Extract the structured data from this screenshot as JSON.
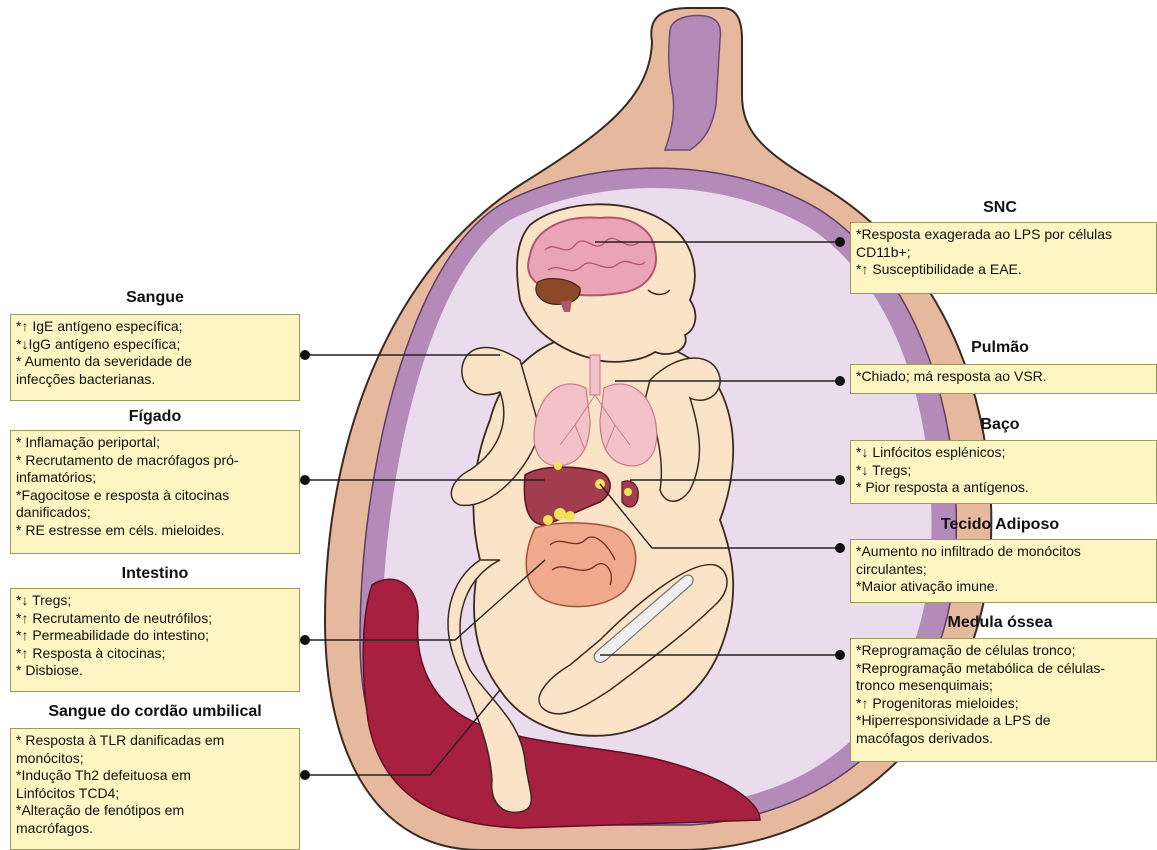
{
  "colors": {
    "box_fill": "#fdf6c3",
    "box_border": "#9a9a60",
    "uterus_wall": "#e6b99e",
    "cavity": "#eadcec",
    "membrane": "#b48ab9",
    "skin": "#fbe3c8",
    "placenta": "#a8203f",
    "brain": "#e9a4b5",
    "liver": "#a23c4f",
    "fat": "#f4e25a"
  },
  "panels": {
    "sangue": {
      "title": "Sangue",
      "lines": [
        "*↑ IgE antígeno específica;",
        "*↓IgG antígeno específica;",
        "* Aumento da severidade de",
        "infecções bacterianas."
      ]
    },
    "figado": {
      "title": "Fígado",
      "lines": [
        "* Inflamação periportal;",
        "* Recrutamento de macrófagos pró-",
        "infamatórios;",
        "*Fagocitose e resposta à citocinas",
        "danificados;",
        "* RE estresse em céls. mieloides."
      ]
    },
    "intestino": {
      "title": "Intestino",
      "lines": [
        "*↓ Tregs;",
        "*↑ Recrutamento de neutrófilos;",
        "*↑ Permeabilidade do intestino;",
        "*↑ Resposta à citocinas;",
        "* Disbiose."
      ]
    },
    "cordao": {
      "title": "Sangue do cordão umbilical",
      "lines": [
        "* Resposta à TLR danificadas em",
        "monócitos;",
        "*Indução Th2 defeituosa em",
        "Linfócitos TCD4;",
        "*Alteração de fenótipos em",
        "macrófagos."
      ]
    },
    "snc": {
      "title": "SNC",
      "lines": [
        "*Resposta exagerada ao LPS por células",
        "CD11b+;",
        "*↑ Susceptibilidade a EAE."
      ]
    },
    "pulmao": {
      "title": "Pulmão",
      "lines": [
        "*Chiado; má resposta ao VSR."
      ]
    },
    "baco": {
      "title": "Baço",
      "lines": [
        "*↓ Linfócitos esplénicos;",
        "*↓ Tregs;",
        "* Pior resposta a antígenos."
      ]
    },
    "adiposo": {
      "title": "Tecido Adiposo",
      "lines": [
        "*Aumento no infiltrado de monócitos",
        "circulantes;",
        "*Maior ativação imune."
      ]
    },
    "medula": {
      "title": "Medula óssea",
      "lines": [
        "*Reprogramação de células tronco;",
        "*Reprogramação metabólica de células-",
        "tronco mesenquimais;",
        "*↑ Progenitoras mieloides;",
        "*Hiperresponsividade a LPS de",
        "macófagos derivados."
      ]
    }
  }
}
